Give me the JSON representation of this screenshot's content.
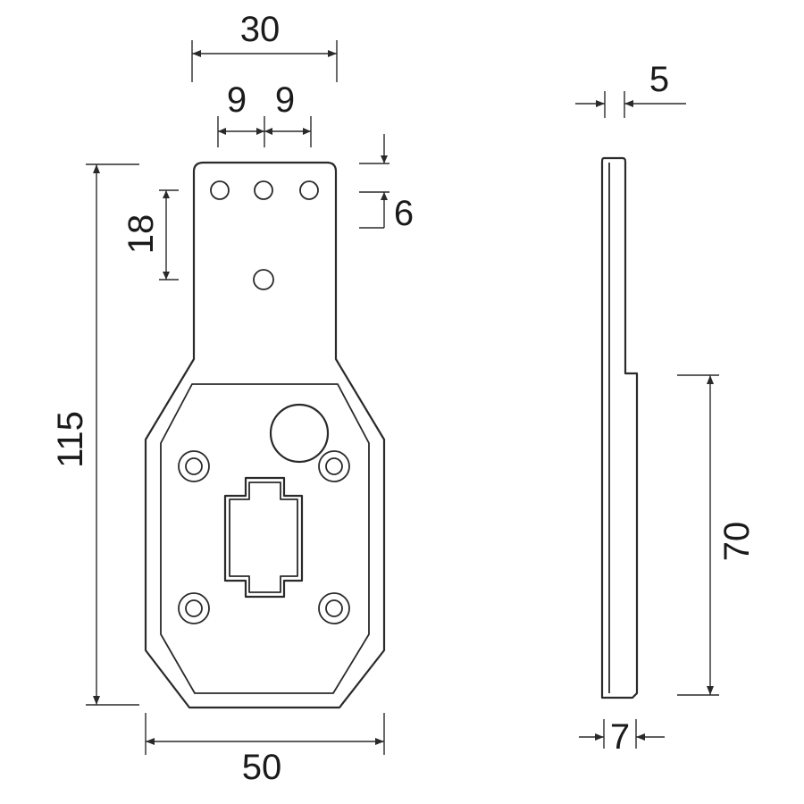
{
  "drawing": {
    "front_view": {
      "dimensions": {
        "top_width": "30",
        "hole_pitch_left": "9",
        "hole_pitch_right": "9",
        "top_edge_offset": "6",
        "hole_spacing_vertical": "18",
        "total_height": "115",
        "bottom_width": "50"
      }
    },
    "side_view": {
      "dimensions": {
        "thickness_top": "5",
        "lower_height": "70",
        "thickness_bottom": "7"
      }
    }
  }
}
